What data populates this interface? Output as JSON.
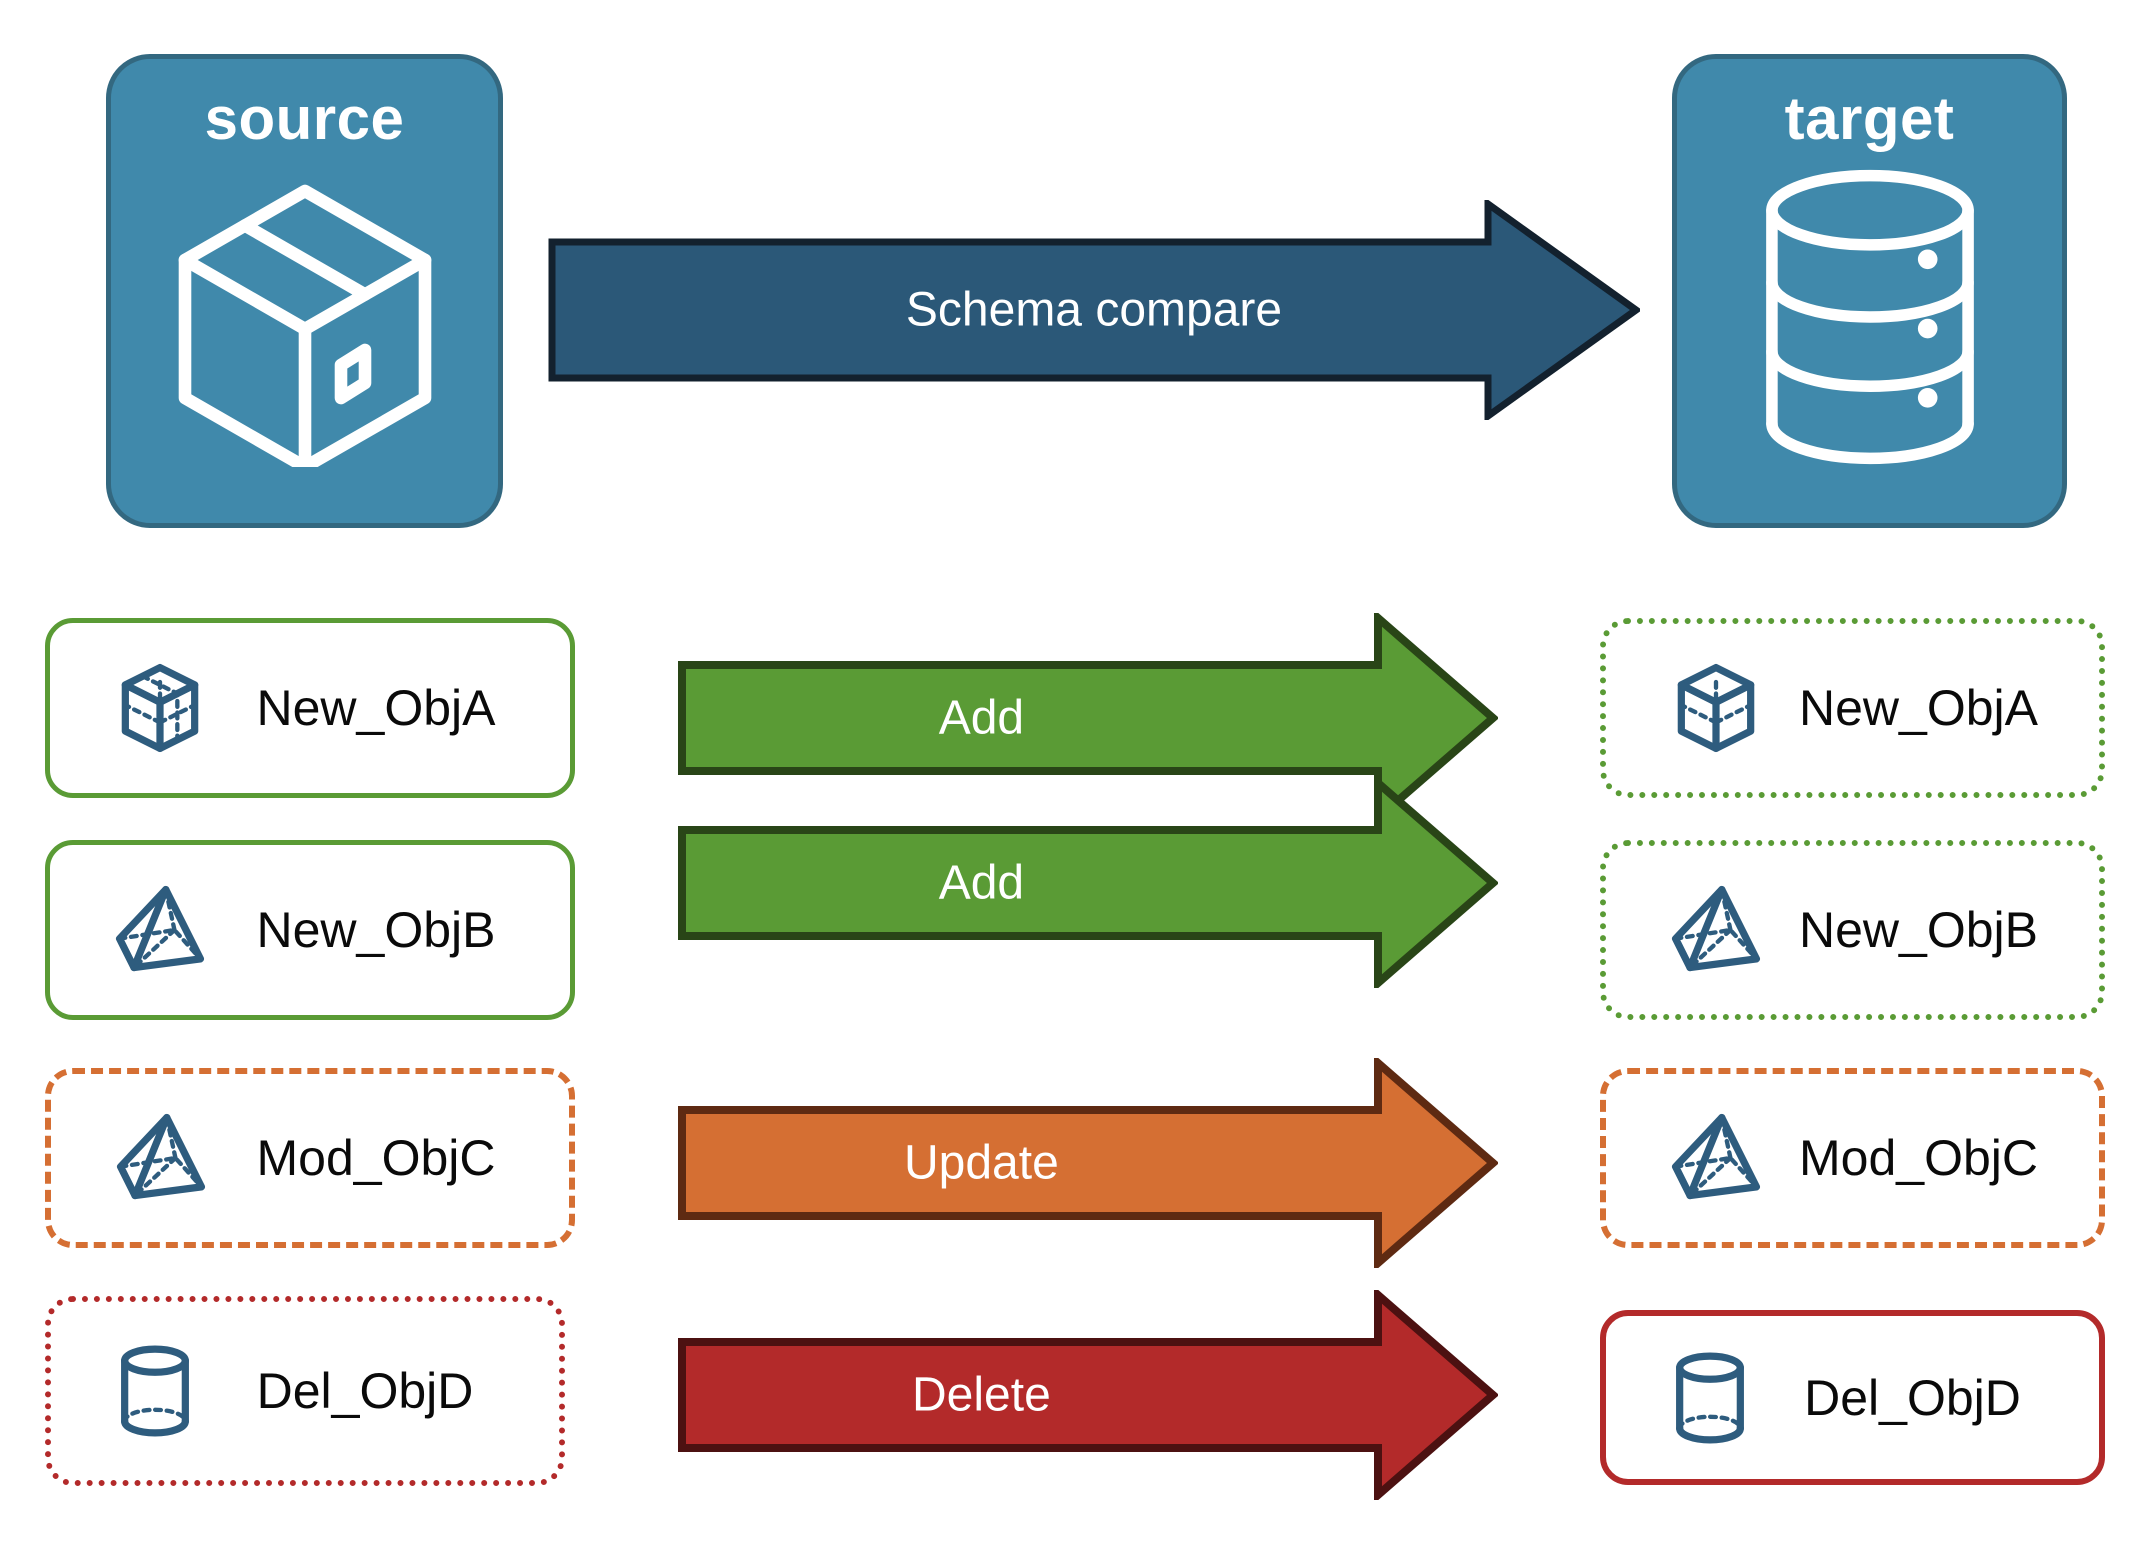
{
  "diagram": {
    "title": "Schema compare source to target",
    "background": "#ffffff"
  },
  "colors": {
    "endpoint_fill": "#4089AB",
    "endpoint_stroke": "#336880",
    "compare_arrow_fill": "#2B5878",
    "compare_arrow_stroke": "#13212E",
    "add_green": "#5A9B35",
    "add_green_stroke": "#294517",
    "update_orange": "#D56F33",
    "update_orange_stroke": "#5E2A12",
    "delete_red": "#B32A2A",
    "delete_red_stroke": "#4C1111",
    "object_icon": "#2E5C7E",
    "label_text": "#0A0A0A",
    "arrow_text": "#FFFFFF"
  },
  "endpoints": {
    "source": {
      "title": "source",
      "icon": "package-box-icon"
    },
    "target": {
      "title": "target",
      "icon": "database-cylinder-icon"
    }
  },
  "compare_arrow": {
    "label": "Schema compare",
    "icon": "right-arrow-icon"
  },
  "rows": [
    {
      "action": "Add",
      "action_color": "#5A9B35",
      "source": {
        "label": "New_ObjA",
        "icon": "cube-wireframe-icon",
        "border": "green-solid"
      },
      "target": {
        "label": "New_ObjA",
        "icon": "cube-wireframe-icon",
        "border": "green-dotted"
      }
    },
    {
      "action": "Add",
      "action_color": "#5A9B35",
      "source": {
        "label": "New_ObjB",
        "icon": "pyramid-wireframe-icon",
        "border": "green-solid"
      },
      "target": {
        "label": "New_ObjB",
        "icon": "pyramid-wireframe-icon",
        "border": "green-dotted"
      }
    },
    {
      "action": "Update",
      "action_color": "#D56F33",
      "source": {
        "label": "Mod_ObjC",
        "icon": "pyramid-wireframe-icon",
        "border": "orange-dashed"
      },
      "target": {
        "label": "Mod_ObjC",
        "icon": "pyramid-wireframe-icon",
        "border": "orange-dashed"
      }
    },
    {
      "action": "Delete",
      "action_color": "#B32A2A",
      "source": {
        "label": "Del_ObjD",
        "icon": "cylinder-wireframe-icon",
        "border": "red-dotted"
      },
      "target": {
        "label": "Del_ObjD",
        "icon": "cylinder-wireframe-icon",
        "border": "red-solid"
      }
    }
  ]
}
